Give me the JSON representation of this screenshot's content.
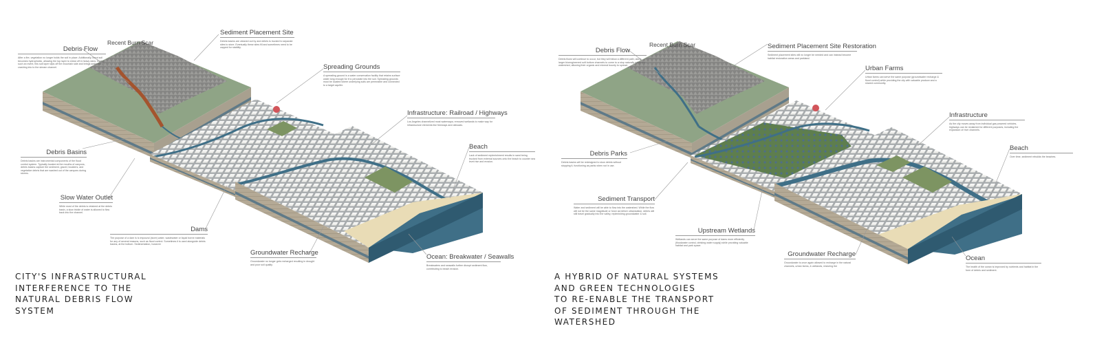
{
  "left": {
    "title_lines": [
      "CITY'S INFRASTRUCTURAL",
      "INTERFERENCE TO THE",
      "NATURAL DEBRIS FLOW",
      "SYSTEM"
    ],
    "recent_burn_scar": "Recent Burn Scar",
    "callouts": [
      {
        "id": "debris-flow",
        "title": "Debris Flow",
        "text": "After a fire, vegetation no longer holds the soil in place. Additionally, burnt soil becomes hydrophobic, allowing the top layer to shear off in heavy rains. During such an event, this soil layer slips off the mountain side and brings sediment crashing into to the stream channel."
      },
      {
        "id": "sediment-placement-site",
        "title": "Sediment Placement Site",
        "text": "Debris basins are cleaned out by and debris is trucked to separate sites to store. Eventually these sites fill and sometimes need to be capped for stability."
      },
      {
        "id": "spreading-grounds",
        "title": "Spreading Grounds",
        "text": "A spreading ground is a water conservation facility that retains surface water long enough for it to percolate into the soil. Spreading grounds must be located where underlying soils are permeable and connected to a target aquifer."
      },
      {
        "id": "infrastructure-railroad-highways",
        "title": "Infrastructure: Railroad / Highways",
        "text": "Los Angeles channelized most waterways; removed wetlands to make way for infrastructure elements like freeways and railroads."
      },
      {
        "id": "beach",
        "title": "Beach",
        "text": "Lack of sediment replenishment results in sand being trucked from external sources onto the beach to counter sea level rise and erosion."
      },
      {
        "id": "debris-basins",
        "title": "Debris Basins",
        "text": "Debris basins are instrumental components of the flood control system. Typically located at the mouths of canyons, debris basins capture the sediment, gravel, boulders, and vegetative debris that are washed out of the canyons during storms."
      },
      {
        "id": "slow-water-outlet",
        "title": "Slow Water Outlet",
        "text": "While most of the debris is retained at the debris basin, a slow trickle of water is allowed to flow back into the channel."
      },
      {
        "id": "dams",
        "title": "Dams",
        "text": "The purpose of a dam is to impound (store) water, wastewater or liquid borne materials for any of several reasons, such as flood control. Sometimes it is used alongside debris basins, at the bottom. Sedimentation, however"
      },
      {
        "id": "groundwater-recharge",
        "title": "Groundwater Recharge",
        "text": "Groundwater no longer gets recharged resulting in drought and poor soil quality."
      },
      {
        "id": "ocean-breakwater-seawalls",
        "title": "Ocean: Breakwater / Seawalls",
        "text": "Breakwaters and seawalls further disrupt sediment flow, contributing to beach erosion."
      }
    ]
  },
  "right": {
    "title_lines": [
      "A HYBRID OF NATURAL SYSTEMS",
      "AND GREEN TECHNOLOGIES",
      "TO RE-ENABLE THE TRANSPORT",
      "OF SEDIMENT THROUGH THE",
      "WATERSHED"
    ],
    "recent_burn_scar": "Recent Burn Scar",
    "callouts": [
      {
        "id": "debris-flow",
        "title": "Debris Flow",
        "text": "Debris flows will continue to occur, but they will follow a different path; along larger bioengineered soft bottom channels to come to a stop naturally within the watershed, allowing their organic and mineral bounty to spread."
      },
      {
        "id": "sediment-placement-site-restoration",
        "title": "Sediment Placement Site Restoration",
        "text": "Sediment placement sites will no longer be needed and can instead become habitat restoration areas and parkland."
      },
      {
        "id": "urban-farms",
        "title": "Urban Farms",
        "text": "Urban farms can serve the same purpose (groundwater recharge & flood control) while providing the city with valuable produce and a shared community."
      },
      {
        "id": "infrastructure",
        "title": "Infrastructure",
        "text": "As the city moves away from individual gas powered vehicles, highways can be reclaimed for different purposes, including the expansion of river channels."
      },
      {
        "id": "beach",
        "title": "Beach",
        "text": "Over time, sediment rebuilds the beaches."
      },
      {
        "id": "debris-parks",
        "title": "Debris Parks",
        "text": "Debris basins will be redesigned to slow debris without stopping it, functioning as parks when not in use."
      },
      {
        "id": "sediment-transport",
        "title": "Sediment Transport",
        "text": "Water and sediment will be able to flow into the watershed. While the flow will not be the same magnitude or force as before urbanization, debris will still travel gradually into the valley, replenishing groundwater & soil."
      },
      {
        "id": "upstream-wetlands",
        "title": "Upstream Wetlands",
        "text": "Wetlands can serve the same purpose of dams more efficiently (floodwater control, drinking water supply) while providing valuable habitat and park space."
      },
      {
        "id": "groundwater-recharge",
        "title": "Groundwater Recharge",
        "text": "Groundwater is once again allowed to recharge in the natural channels, urban farms, & wetlands, restoring the"
      },
      {
        "id": "ocean",
        "title": "Ocean",
        "text": "The health of the ocean is improved by nutrients and habitat in the form of debris and sediment."
      }
    ]
  },
  "colors": {
    "mountain_green": "#8fa486",
    "mountain_rock": "#8b8b88",
    "soil": "#b3a896",
    "groundwater_band": "#5f7a88",
    "water": "#3f6f87",
    "sand": "#e9dcb6",
    "city_block": "#e9e9e6",
    "street": "#9aa0a4",
    "green_space": "#7d9462",
    "debris_flow": "#a4542e",
    "wetland": "#5e7e4e"
  }
}
